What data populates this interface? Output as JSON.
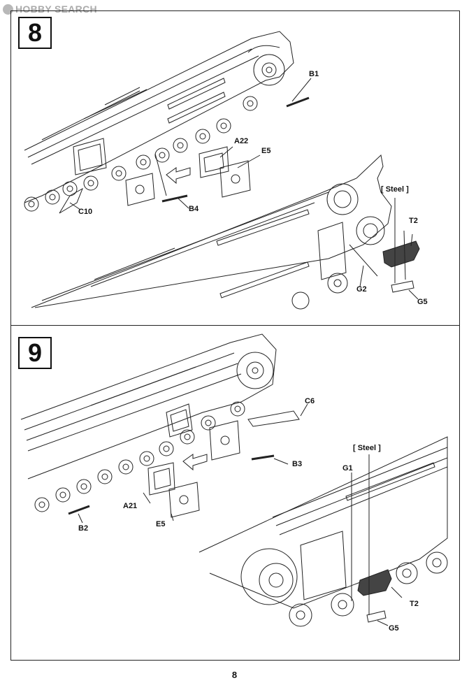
{
  "watermark": {
    "text": "HOBBY SEARCH"
  },
  "steps": [
    {
      "number": "8",
      "labels": {
        "b1": "B1",
        "a22": "A22",
        "e5": "E5",
        "c10": "C10",
        "b4": "B4",
        "steel": "[ Steel ]",
        "t2": "T2",
        "g2": "G2",
        "g5": "G5"
      }
    },
    {
      "number": "9",
      "labels": {
        "c6": "C6",
        "b3": "B3",
        "steel": "[ Steel ]",
        "g1": "G1",
        "a21": "A21",
        "e5": "E5",
        "b2": "B2",
        "t2": "T2",
        "g5": "G5"
      }
    }
  ],
  "page_number": "8"
}
